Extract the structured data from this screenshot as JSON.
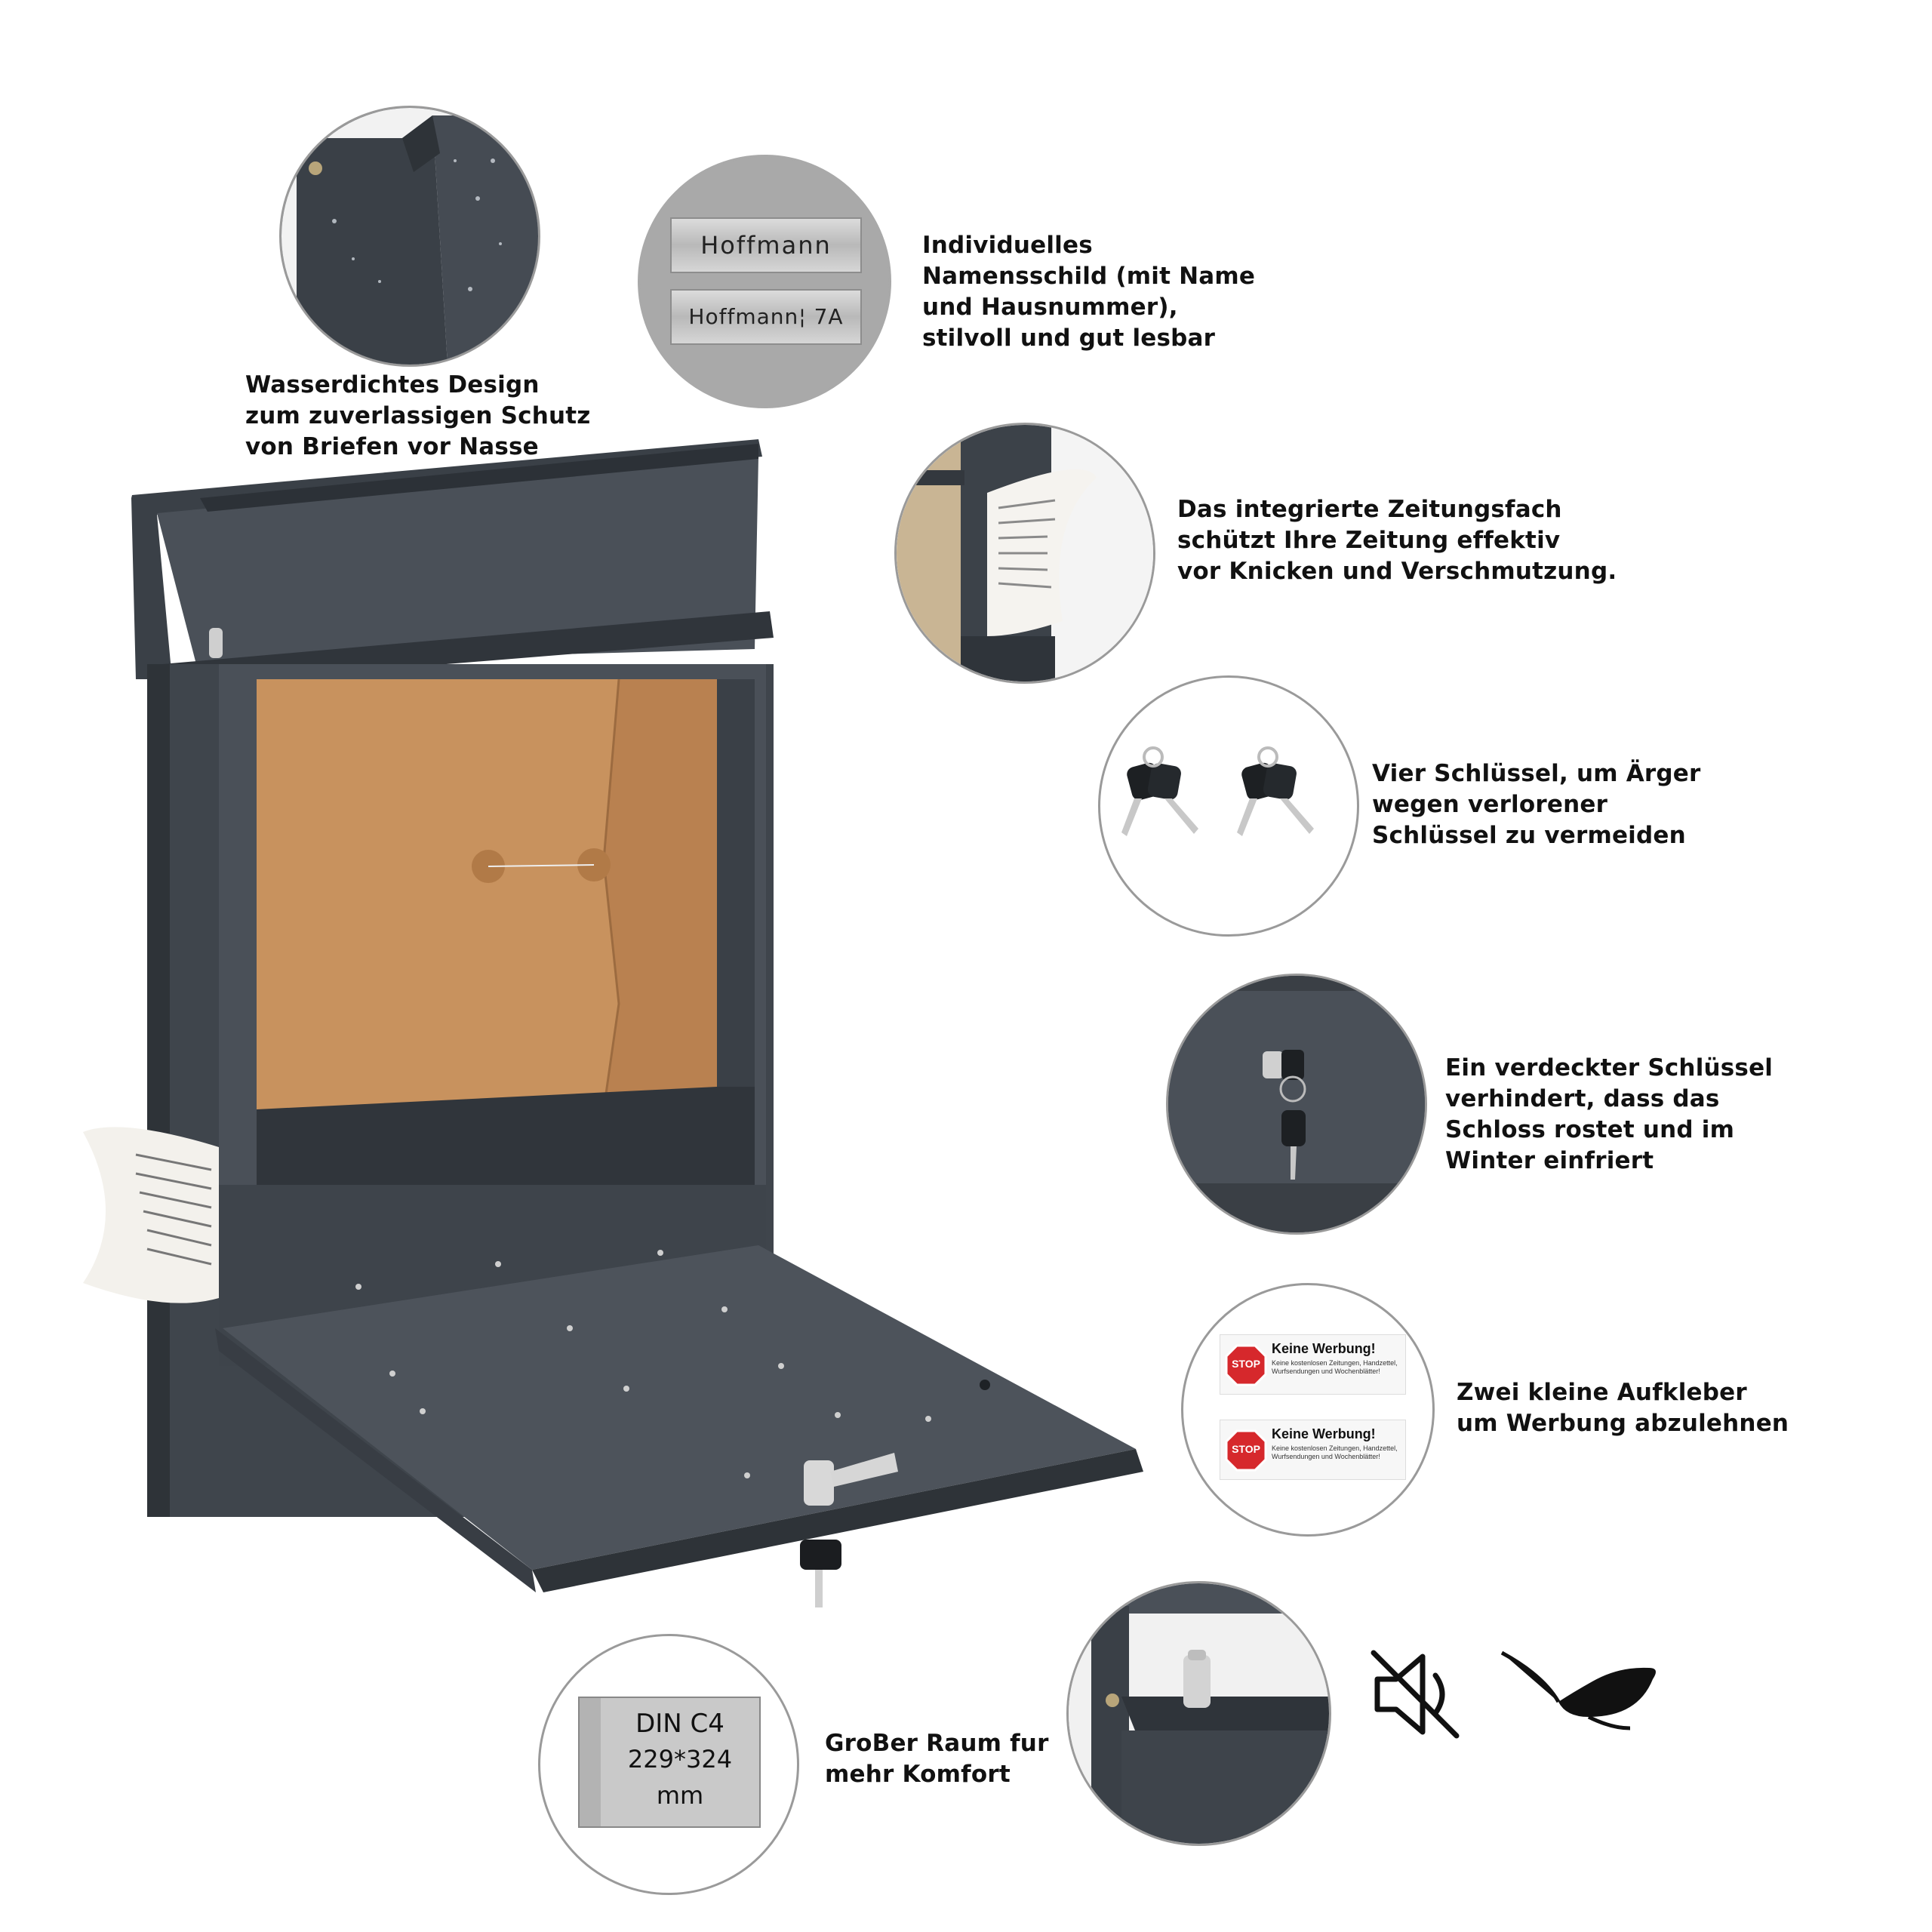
{
  "features": {
    "waterproof": {
      "caption": "Wasserdichtes Design\nzum zuverlassigen Schutz\nvon Briefen vor Nasse"
    },
    "nameplate": {
      "caption": "Individuelles\nNamensschild (mit Name\nund Hausnummer),\nstilvoll und gut lesbar",
      "plate_top": "Hoffmann",
      "plate_bottom": "Hoffmann¦ 7A"
    },
    "newspaper": {
      "caption": "Das integrierte Zeitungsfach\nschützt Ihre Zeitung effektiv\nvor Knicken und Verschmutzung."
    },
    "keys": {
      "caption": "Vier Schlüssel, um Ärger\nwegen verlorener\nSchlüssel zu vermeiden"
    },
    "hidden_lock": {
      "caption": "Ein verdeckter Schlüssel\nverhindert, dass das\nSchloss rostet und im\nWinter einfriert"
    },
    "stickers": {
      "caption": "Zwei kleine Aufkleber\num Werbung abzulehnen",
      "stop_label": "STOP",
      "sticker_title": "Keine Werbung!",
      "sticker_text": "Keine kostenlosen Zeitungen, Handzettel, Wurfsendungen und Wochenblätter!"
    },
    "capacity": {
      "caption": "GroBer Raum fur\nmehr Komfort",
      "format": "DIN C4",
      "size": "229*324",
      "unit": "mm"
    }
  },
  "icons": [
    "mute-speaker-icon",
    "feather-icon"
  ],
  "colors": {
    "body": "#3d434a",
    "body_dark": "#2f343a",
    "envelope": "#c8925e",
    "circle_border": "#9a9a9a"
  }
}
